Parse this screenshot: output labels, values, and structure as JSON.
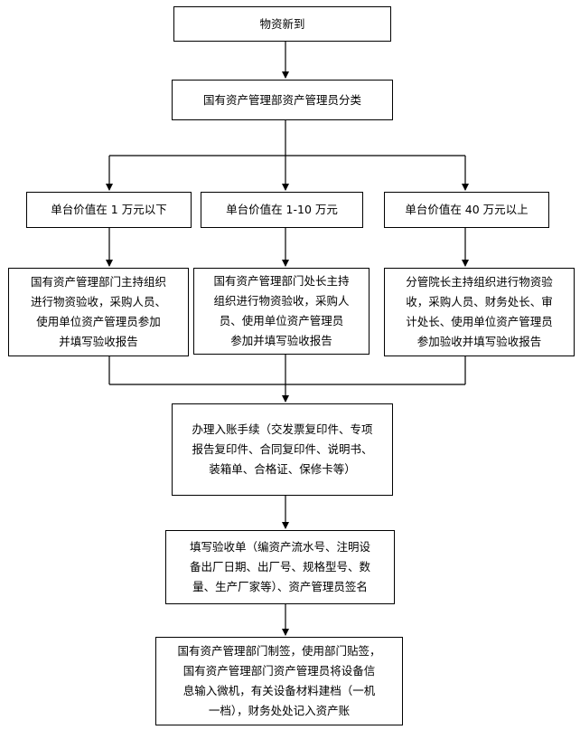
{
  "flowchart": {
    "step_arrival": "物资新到",
    "step_classify": "国有资产管理部资产管理员分类",
    "branches": [
      {
        "condition": "单台价值在 1 万元以下",
        "acceptance": "国有资产管理部门主持组织\n进行物资验收，采购人员、\n使用单位资产管理员参加\n并填写验收报告"
      },
      {
        "condition": "单台价值在 1-10 万元",
        "acceptance": "国有资产管理部门处长主持\n组织进行物资验收，采购人\n员、使用单位资产管理员\n参加并填写验收报告"
      },
      {
        "condition": "单台价值在 40 万元以上",
        "acceptance": "分管院长主持组织进行物资验\n收，采购人员、财务处长、审\n计处长、使用单位资产管理员\n参加验收并填写验收报告"
      }
    ],
    "step_accounting": "办理入账手续（交发票复印件、专项\n报告复印件、合同复印件、说明书、\n装箱单、合格证、保修卡等）",
    "step_form": "填写验收单（编资产流水号、注明设\n备出厂日期、出厂号、规格型号、数\n量、生产厂家等）、资产管理员签名",
    "step_final": "国有资产管理部门制签，使用部门贴签，\n国有资产管理部门资产管理员将设备信\n息输入微机，有关设备材料建档（一机\n一档），财务处处记入资产账"
  }
}
